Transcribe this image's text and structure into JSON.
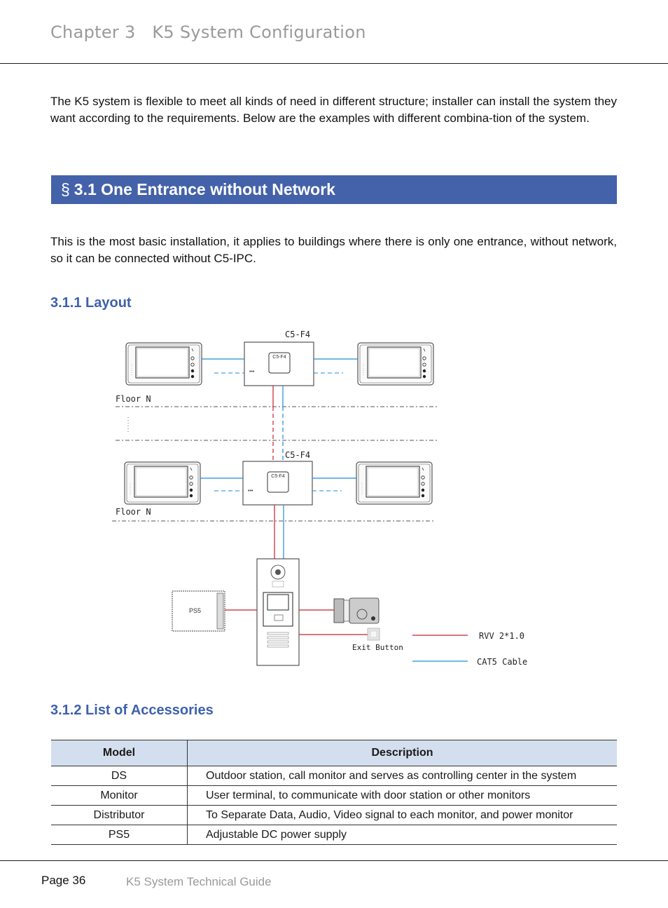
{
  "header": {
    "chapter_title": "Chapter 3   K5 System Configuration"
  },
  "intro": "The K5 system is flexible to meet all kinds of need in different structure; installer can install the system they want according to the requirements. Below are the examples with different combina-tion of the system.",
  "section": {
    "symbol": "§",
    "title": "3.1 One Entrance without Network"
  },
  "section_intro": "This is the most basic installation, it applies to buildings where there is only one entrance, without network, so it can be connected without C5-IPC.",
  "layout_heading": "3.1.1 Layout",
  "diagram": {
    "distributor_label_top": "C5-F4",
    "distributor_label_bottom": "C5-F4",
    "distributor_face_top": "C5-F4",
    "distributor_face_bottom": "C5-F4",
    "floor_label_top": "Floor N",
    "floor_label_bottom": "Floor N",
    "power_label": "PS5",
    "exit_button_label": "Exit Button",
    "legend": [
      {
        "label": "RVV 2*1.0",
        "color": "#c8202f"
      },
      {
        "label": "CAT5 Cable",
        "color": "#1f8ed6"
      }
    ]
  },
  "accessories_heading": "3.1.2 List of Accessories",
  "accessories": {
    "headers": [
      "Model",
      "Description"
    ],
    "rows": [
      [
        "DS",
        "Outdoor station, call monitor and serves as controlling center in the system"
      ],
      [
        "Monitor",
        "User terminal, to communicate with door station or other monitors"
      ],
      [
        "Distributor",
        "To Separate Data, Audio, Video signal to each monitor, and power monitor"
      ],
      [
        "PS5",
        "Adjustable DC power supply"
      ]
    ]
  },
  "footer": {
    "page": "Page 36",
    "guide": "K5 System Technical Guide"
  }
}
